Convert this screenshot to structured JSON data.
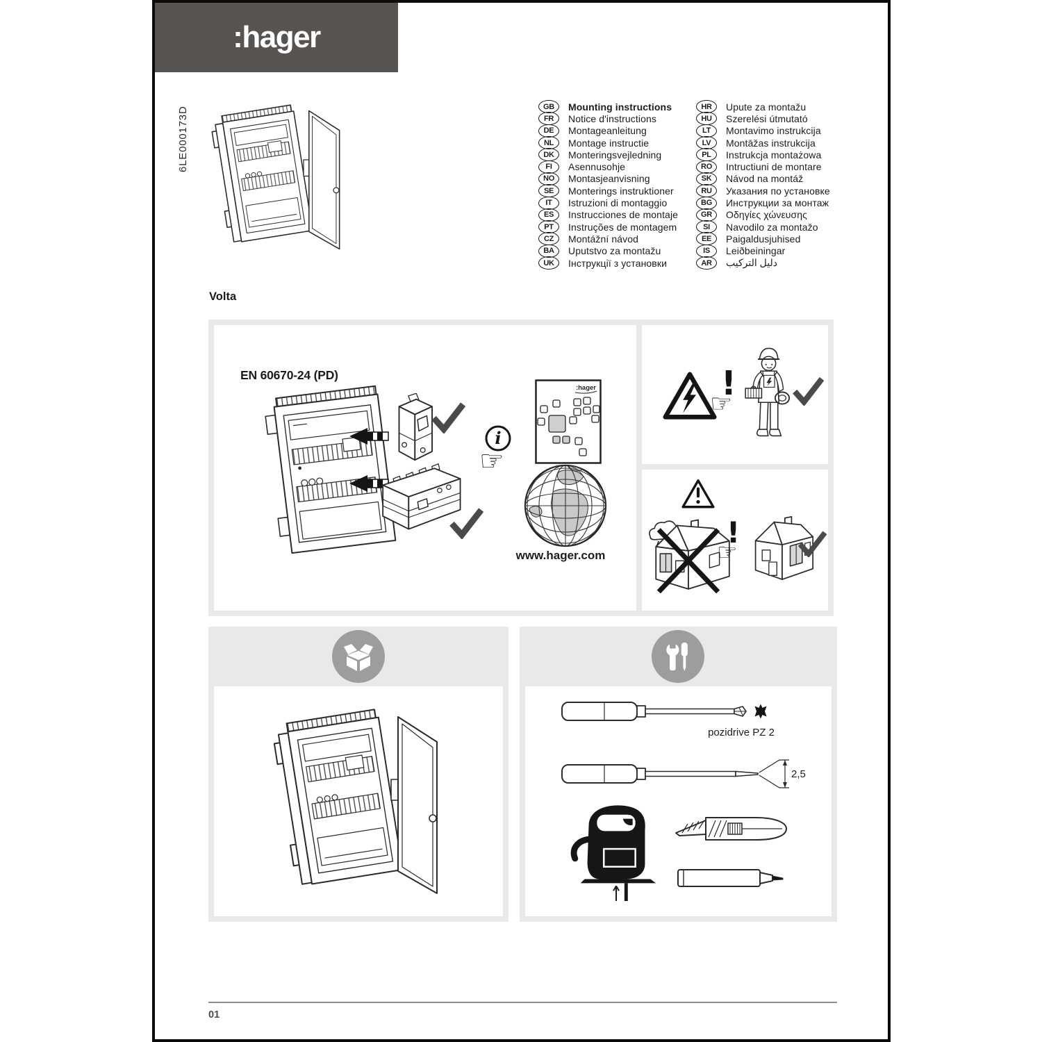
{
  "page": {
    "brand": ":hager",
    "doc_code": "6LE000173D",
    "product": "Volta",
    "page_number": "01"
  },
  "languages": {
    "left": [
      {
        "code": "GB",
        "label": "Mounting instructions",
        "bold": true
      },
      {
        "code": "FR",
        "label": "Notice d'instructions"
      },
      {
        "code": "DE",
        "label": "Montageanleitung"
      },
      {
        "code": "NL",
        "label": "Montage instructie"
      },
      {
        "code": "DK",
        "label": "Monteringsvejledning"
      },
      {
        "code": "FI",
        "label": "Asennusohje"
      },
      {
        "code": "NO",
        "label": "Montasjeanvisning"
      },
      {
        "code": "SE",
        "label": "Monterings instruktioner"
      },
      {
        "code": "IT",
        "label": "Istruzioni di montaggio"
      },
      {
        "code": "ES",
        "label": "Instrucciones de montaje"
      },
      {
        "code": "PT",
        "label": "Instruções de montagem"
      },
      {
        "code": "CZ",
        "label": "Montážní návod"
      },
      {
        "code": "BA",
        "label": "Uputstvo za montažu"
      },
      {
        "code": "UK",
        "label": "Інструкції з установки"
      }
    ],
    "right": [
      {
        "code": "HR",
        "label": "Upute za montažu"
      },
      {
        "code": "HU",
        "label": "Szerelési útmutató"
      },
      {
        "code": "LT",
        "label": "Montavimo instrukcija"
      },
      {
        "code": "LV",
        "label": "Montāžas instrukcija"
      },
      {
        "code": "PL",
        "label": "Instrukcja montażowa"
      },
      {
        "code": "RO",
        "label": "Intructiuni de montare"
      },
      {
        "code": "SK",
        "label": "Návod na montáž"
      },
      {
        "code": "RU",
        "label": "Указания по установке"
      },
      {
        "code": "BG",
        "label": "Инструкции за монтаж"
      },
      {
        "code": "GR",
        "label": "Οδηγίες χώνευσης"
      },
      {
        "code": "SI",
        "label": "Navodilo za montažo"
      },
      {
        "code": "EE",
        "label": "Paigaldusjuhised"
      },
      {
        "code": "IS",
        "label": "Leiðbeiningar"
      },
      {
        "code": "AR",
        "label": "دليل التركيب"
      }
    ]
  },
  "figure": {
    "standard": "EN 60670-24 (PD)",
    "website": "www.hager.com",
    "catalog_brand": ":hager"
  },
  "tools": {
    "pozidrive": "pozidrive PZ 2",
    "flat_width": "2,5"
  },
  "glyphs": {
    "info": "i",
    "hand": "☞",
    "exclamation": "!"
  },
  "icons": {
    "package-icon": "open-cardboard-box",
    "tools-icon": "wrench-and-screwdriver",
    "info-icon": "circled-italic-i",
    "hand-pointer-icon": "☞",
    "check-icon": "✓",
    "arrow-left-icon": "◄ striped tail",
    "warning-electric-icon": "triangle with lightning bolt",
    "warning-general-icon": "triangle with exclamation mark",
    "globe-icon": "earth globe with meridians",
    "jigsaw-icon": "electric jigsaw silhouette",
    "utility-knife-icon": "cutter knife",
    "marker-pen-icon": "marker pen",
    "pozidrive-bit-icon": "four-lobe cross bit"
  },
  "colors": {
    "header_bg": "#575350",
    "panel_bg": "#e9e9e8",
    "icon_circle": "#9d9d9c",
    "check": "#4a4a48",
    "ink": "#1c1c1c"
  }
}
